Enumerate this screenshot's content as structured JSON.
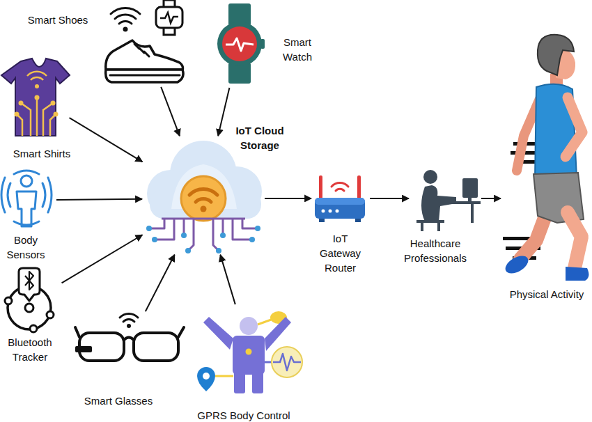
{
  "diagram": {
    "nodes": [
      {
        "text": [
          "Smart Shoes"
        ]
      },
      {
        "text": [
          "Smart Watch"
        ]
      },
      {
        "text": [
          "Smart Shirts"
        ]
      },
      {
        "text": [
          "IoT Cloud Storage"
        ]
      },
      {
        "text": [
          "Body Sensors"
        ]
      },
      {
        "text": [
          "IoT Gateway Router"
        ]
      },
      {
        "text": [
          "Healthcare Professionals"
        ]
      },
      {
        "text": [
          "Physical Activity"
        ]
      },
      {
        "text": [
          "Bluetooth Tracker"
        ]
      },
      {
        "text": [
          "Smart Glasses"
        ]
      },
      {
        "text": [
          "GPRS Body Control"
        ]
      }
    ],
    "edges": [
      {
        "from": 0,
        "to": 3,
        "arrow": "to"
      },
      {
        "from": 1,
        "to": 3,
        "arrow": "to"
      },
      {
        "from": 2,
        "to": 3,
        "arrow": "to"
      },
      {
        "from": 4,
        "to": 3,
        "arrow": "to"
      },
      {
        "from": 8,
        "to": 3,
        "arrow": "to"
      },
      {
        "from": 9,
        "to": 3,
        "arrow": "to"
      },
      {
        "from": 10,
        "to": 3,
        "arrow": "to"
      },
      {
        "from": 3,
        "to": 5,
        "arrow": "to"
      },
      {
        "from": 5,
        "to": 6,
        "arrow": "to"
      },
      {
        "from": 6,
        "to": 7,
        "arrow": "to"
      }
    ]
  }
}
